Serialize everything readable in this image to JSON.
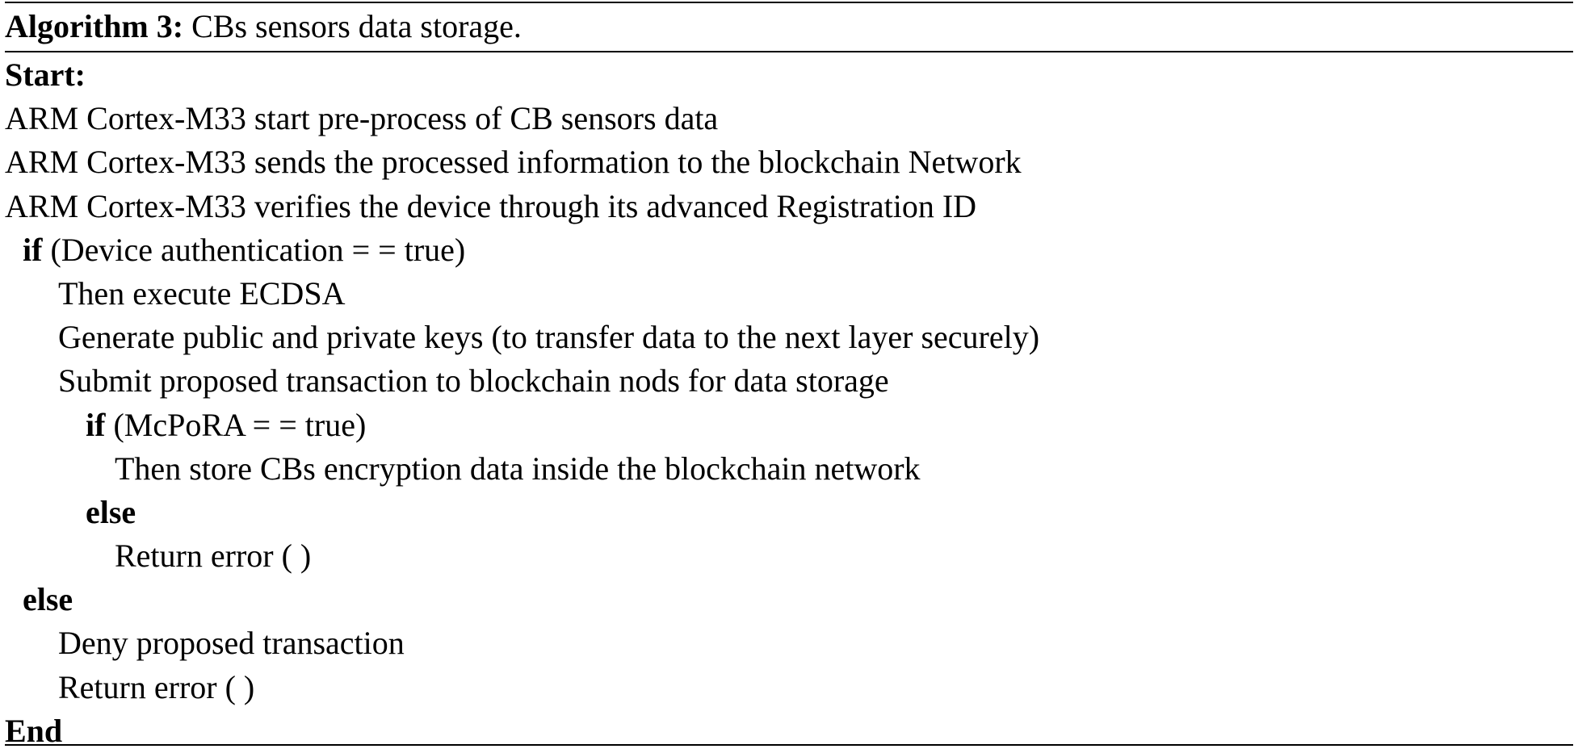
{
  "algorithm": {
    "label": "Algorithm 3:",
    "title": "CBs sensors data storage.",
    "lines": {
      "start": "Start:",
      "l1": "ARM Cortex-M33 start pre-process of CB sensors data",
      "l2": "ARM Cortex-M33 sends the processed information to the blockchain Network",
      "l3": "ARM Cortex-M33 verifies the device through its advanced Registration ID",
      "if1_kw": "if",
      "if1_cond": "(Device authentication = = true)",
      "l4": "Then execute ECDSA",
      "l5": "Generate public and private keys (to transfer data to the next layer securely)",
      "l6": "Submit proposed transaction to blockchain nods for data storage",
      "if2_kw": "if",
      "if2_cond": "(McPoRA = = true)",
      "l7": "Then store CBs encryption data inside the blockchain network",
      "else2": "else",
      "l8": "Return error ( )",
      "else1": "else",
      "l9": "Deny proposed transaction",
      "l10": "Return error ( )",
      "end": "End"
    }
  }
}
